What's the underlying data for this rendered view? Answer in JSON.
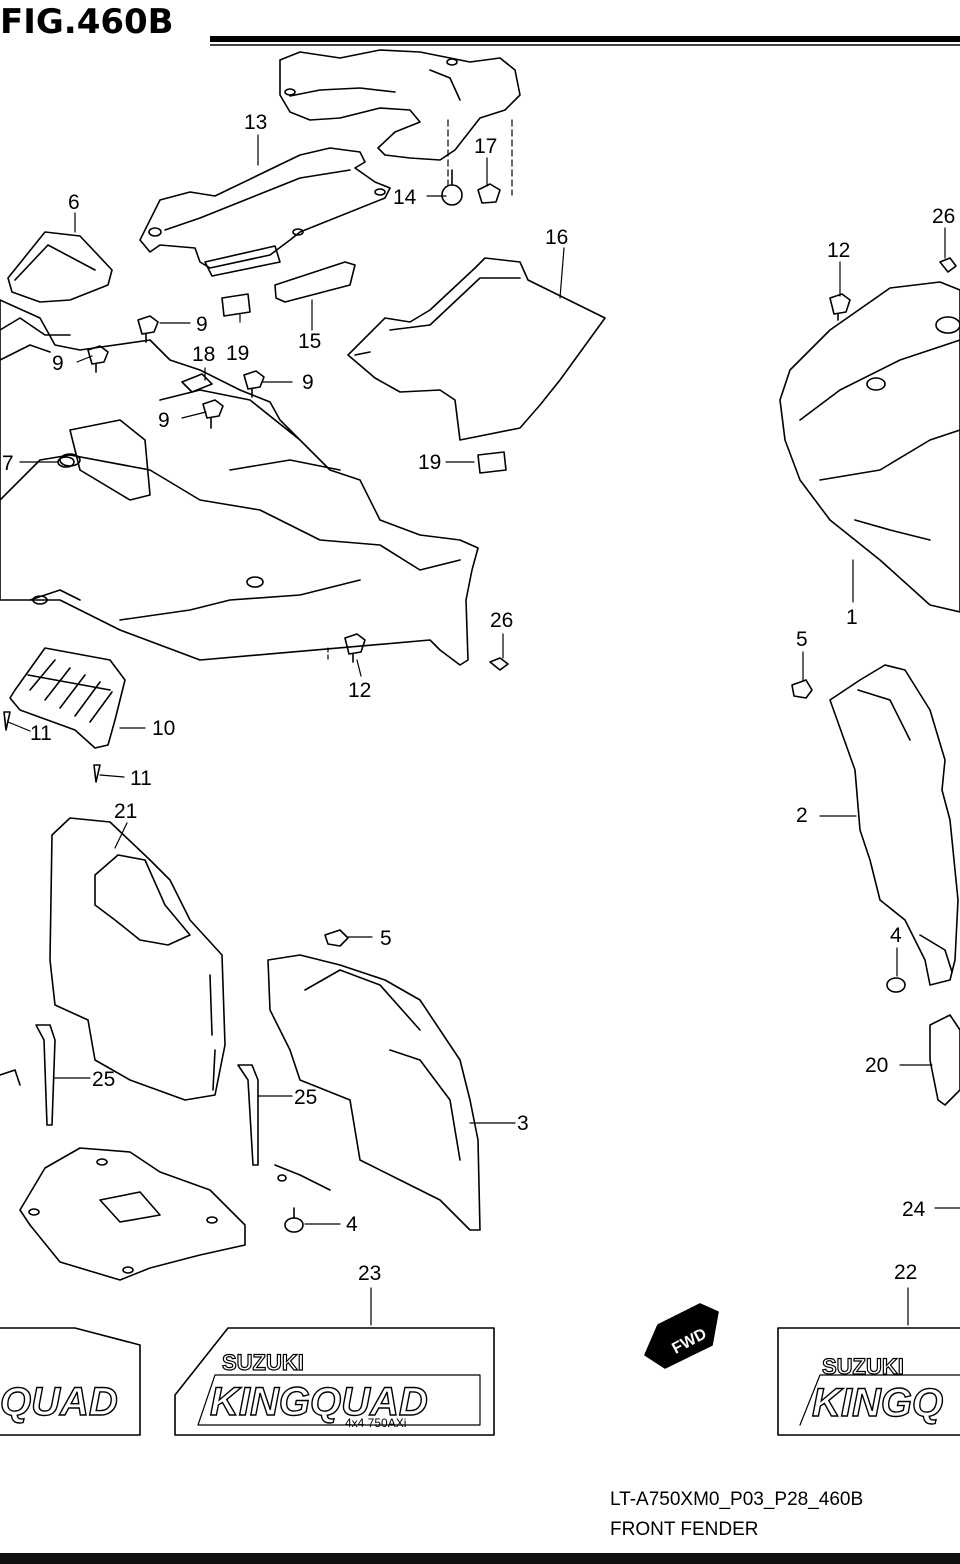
{
  "figure": {
    "title": "FIG.460B",
    "code": "LT-A750XM0_P03_P28_460B",
    "caption": "FRONT FENDER"
  },
  "callouts": [
    {
      "id": "c1",
      "number": "1",
      "part": "front-fender"
    },
    {
      "id": "c2",
      "number": "2",
      "part": "mud-guard-right"
    },
    {
      "id": "c3",
      "number": "3",
      "part": "mud-guard-left"
    },
    {
      "id": "c4a",
      "number": "4",
      "part": "fastener"
    },
    {
      "id": "c4b",
      "number": "4",
      "part": "fastener"
    },
    {
      "id": "c5a",
      "number": "5",
      "part": "fastener"
    },
    {
      "id": "c5b",
      "number": "5",
      "part": "fastener"
    },
    {
      "id": "c6",
      "number": "6",
      "part": "box-lid"
    },
    {
      "id": "c7",
      "number": "7",
      "part": "grommet"
    },
    {
      "id": "c9a",
      "number": "9",
      "part": "clip"
    },
    {
      "id": "c9b",
      "number": "9",
      "part": "clip"
    },
    {
      "id": "c9c",
      "number": "9",
      "part": "clip"
    },
    {
      "id": "c9d",
      "number": "9",
      "part": "clip"
    },
    {
      "id": "c10",
      "number": "10",
      "part": "grille-bracket"
    },
    {
      "id": "c11a",
      "number": "11",
      "part": "screw"
    },
    {
      "id": "c11b",
      "number": "11",
      "part": "screw"
    },
    {
      "id": "c12a",
      "number": "12",
      "part": "clip"
    },
    {
      "id": "c12b",
      "number": "12",
      "part": "clip"
    },
    {
      "id": "c13",
      "number": "13",
      "part": "rack-frame"
    },
    {
      "id": "c14",
      "number": "14",
      "part": "bolt"
    },
    {
      "id": "c15",
      "number": "15",
      "part": "pad"
    },
    {
      "id": "c16",
      "number": "16",
      "part": "side-cover"
    },
    {
      "id": "c17",
      "number": "17",
      "part": "clip"
    },
    {
      "id": "c18",
      "number": "18",
      "part": "tape"
    },
    {
      "id": "c19a",
      "number": "19",
      "part": "cushion"
    },
    {
      "id": "c19b",
      "number": "19",
      "part": "cushion"
    },
    {
      "id": "c20",
      "number": "20",
      "part": "bracket"
    },
    {
      "id": "c21",
      "number": "21",
      "part": "cover-plate"
    },
    {
      "id": "c22",
      "number": "22",
      "part": "emblem-right"
    },
    {
      "id": "c23",
      "number": "23",
      "part": "emblem-left"
    },
    {
      "id": "c24",
      "number": "24",
      "part": "item"
    },
    {
      "id": "c25a",
      "number": "25",
      "part": "cable-tie"
    },
    {
      "id": "c25b",
      "number": "25",
      "part": "cable-tie"
    },
    {
      "id": "c26a",
      "number": "26",
      "part": "clip"
    },
    {
      "id": "c26b",
      "number": "26",
      "part": "clip"
    }
  ],
  "emblems": {
    "left": {
      "brand": "SUZUKI",
      "model": "KINGQUAD",
      "badge": "4x4 750AXi"
    },
    "right": {
      "brand": "SUZUKI",
      "model": "KINGQ"
    }
  },
  "arrow": {
    "label": "FWD"
  }
}
